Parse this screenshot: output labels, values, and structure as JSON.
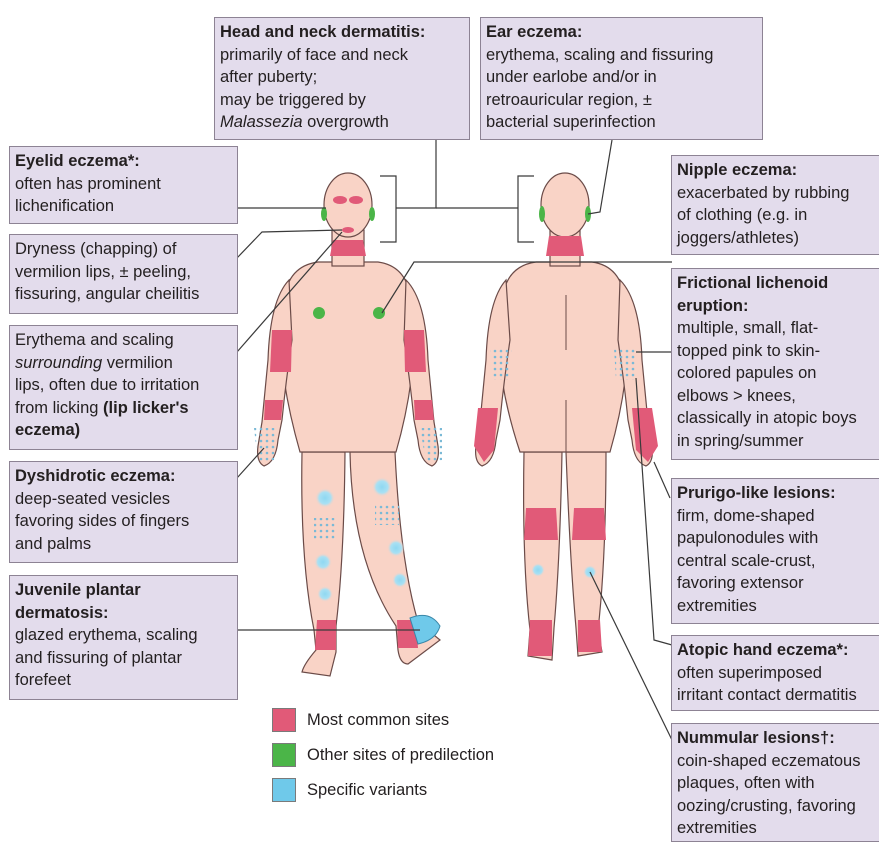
{
  "colors": {
    "box_fill": "#e3dcec",
    "box_border": "#8d8394",
    "skin": "#f9d3c6",
    "most_common": "#e15a78",
    "other_sites": "#4bb548",
    "specific_variants": "#6fc9ea"
  },
  "callouts": {
    "head_neck": {
      "title": "Head and neck dermatitis:",
      "line1": "primarily of face and neck",
      "line2": "after puberty;",
      "line3": "may be triggered by",
      "line4_italic": "Malassezia",
      "line4_rest": " overgrowth"
    },
    "ear": {
      "title": "Ear eczema:",
      "line1": "erythema, scaling and fissuring",
      "line2": "under earlobe and/or in",
      "line3": "retroauricular region, ±",
      "line4": "bacterial superinfection"
    },
    "eyelid": {
      "title": "Eyelid eczema*:",
      "line1": "often has prominent",
      "line2": "lichenification"
    },
    "dry_lips": {
      "line1": "Dryness (chapping) of",
      "line2": "vermilion lips, ± peeling,",
      "line3": "fissuring, angular cheilitis"
    },
    "lip_licker": {
      "line1": "Erythema and scaling",
      "line2_italic": "surrounding",
      "line2_rest": " vermilion",
      "line3": "lips, often due to irritation",
      "line4": "from licking ",
      "line4_bold": "(lip licker's",
      "line5_bold": "eczema)"
    },
    "dyshidrotic": {
      "title": "Dyshidrotic eczema:",
      "line1": "deep-seated vesicles",
      "line2": "favoring sides of fingers",
      "line3": "and palms"
    },
    "juvenile": {
      "title1": "Juvenile plantar",
      "title2": "dermatosis:",
      "line1": "glazed erythema, scaling",
      "line2": "and fissuring of plantar",
      "line3": "forefeet"
    },
    "nipple": {
      "title": "Nipple eczema:",
      "line1": "exacerbated by rubbing",
      "line2": "of clothing (e.g. in",
      "line3": "joggers/athletes)"
    },
    "frictional": {
      "title1": "Frictional lichenoid",
      "title2": "eruption:",
      "line1": "multiple, small, flat-",
      "line2": "topped pink to skin-",
      "line3": "colored papules on",
      "line4": "elbows > knees,",
      "line5": "classically in atopic boys",
      "line6": "in spring/summer"
    },
    "prurigo": {
      "title": "Prurigo-like lesions:",
      "line1": "firm, dome-shaped",
      "line2": "papulonodules with",
      "line3": "central scale-crust,",
      "line4": "favoring extensor",
      "line5": "extremities"
    },
    "atopic_hand": {
      "title": "Atopic hand eczema*:",
      "line1": "often superimposed",
      "line2": "irritant contact dermatitis"
    },
    "nummular": {
      "title": "Nummular lesions†:",
      "line1": "coin-shaped eczematous",
      "line2": "plaques, often with",
      "line3": "oozing/crusting, favoring",
      "line4": "extremities"
    }
  },
  "legend": [
    {
      "label": "Most common sites",
      "color": "#e15a78"
    },
    {
      "label": "Other sites of predilection",
      "color": "#4bb548"
    },
    {
      "label": "Specific variants",
      "color": "#6fc9ea"
    }
  ]
}
